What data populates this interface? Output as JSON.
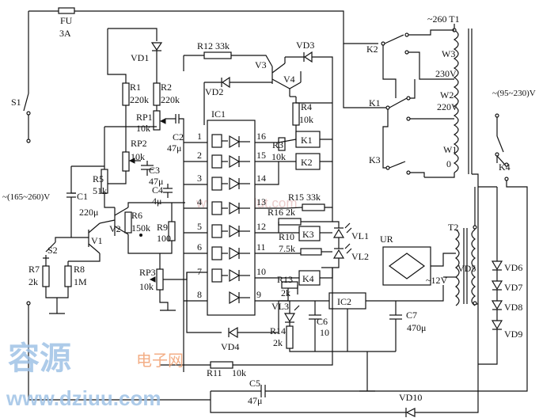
{
  "labels": {
    "fu": "FU",
    "fu_rating": "3A",
    "s1": "S1",
    "vd1": "VD1",
    "r12": "R12 33k",
    "vd3": "VD3",
    "v3": "V3",
    "v4": "V4",
    "vd2": "VD2",
    "r4": "R4",
    "r4_val": "10k",
    "r1": "R1",
    "r1_val": "220k",
    "r2": "R2",
    "r2_val": "220k",
    "rp1": "RP1",
    "rp1_val": "10k",
    "c2": "C2",
    "c2_val": "47μ",
    "rp2": "RP2",
    "rp2_val": "10k",
    "c3": "C3",
    "c3_val": "47μ",
    "c4": "C4",
    "c4_val": "4μ",
    "r5": "R5",
    "r5_val": "51k",
    "source_in": "~(165~260)V",
    "c1": "C1",
    "c1_val": "220μ",
    "r6": "R6",
    "r6_val": "150k",
    "r9": "R9",
    "r9_val": "100",
    "v1": "V1",
    "v2": "V2",
    "s2": "S2",
    "r7": "R7",
    "r7_val": "2k",
    "r8": "R8",
    "r8_val": "1M",
    "rp3": "RP3",
    "rp3_val": "10k",
    "ic1": "IC1",
    "pin_l": [
      "1",
      "2",
      "3",
      "4",
      "5",
      "6",
      "7",
      "8"
    ],
    "pin_r": [
      "16",
      "15",
      "14",
      "13",
      "12",
      "11",
      "10",
      "9"
    ],
    "r3": "R3",
    "r3_val": "10k",
    "k1_coil": "K1",
    "k2_coil": "K2",
    "k3_coil": "K3",
    "k4_coil": "K4",
    "r15": "R15 33k",
    "r16": "R16 2k",
    "r10": "R10",
    "r10_val": "7.5k",
    "r13": "R13",
    "r13_val": "2k",
    "vl1": "VL1",
    "vl2": "VL2",
    "vl3": "VL3",
    "ic2": "IC2",
    "c6": "C6",
    "c6_val": "10",
    "r14": "R14",
    "r14_val": "2k",
    "c7": "C7",
    "c7_val": "470μ",
    "vd4": "VD4",
    "r11": "R11",
    "r11_val": "10k",
    "c5": "C5",
    "c5_val": "47μ",
    "vd10": "VD10",
    "ur": "UR",
    "v12": "~12V",
    "t1_top": "~260 T1",
    "k2_sw": "K2",
    "k1_sw": "K1",
    "k3_sw": "K3",
    "k4_sw": "K4",
    "w3": "W3",
    "w3_v": "230V",
    "w2": "W2",
    "w2_v": "220V",
    "w1": "W1",
    "w1_v": "0",
    "out_range": "~(95~230)V",
    "t2": "T2",
    "vd5": "VD5",
    "vd6": "VD6",
    "vd7": "VD7",
    "vd8": "VD8",
    "vd9": "VD9"
  },
  "watermark": {
    "cn_brand": "容源",
    "cn_sub": "电子网",
    "url": "www.dziuu.com",
    "mid": "www.dianlut.com"
  }
}
